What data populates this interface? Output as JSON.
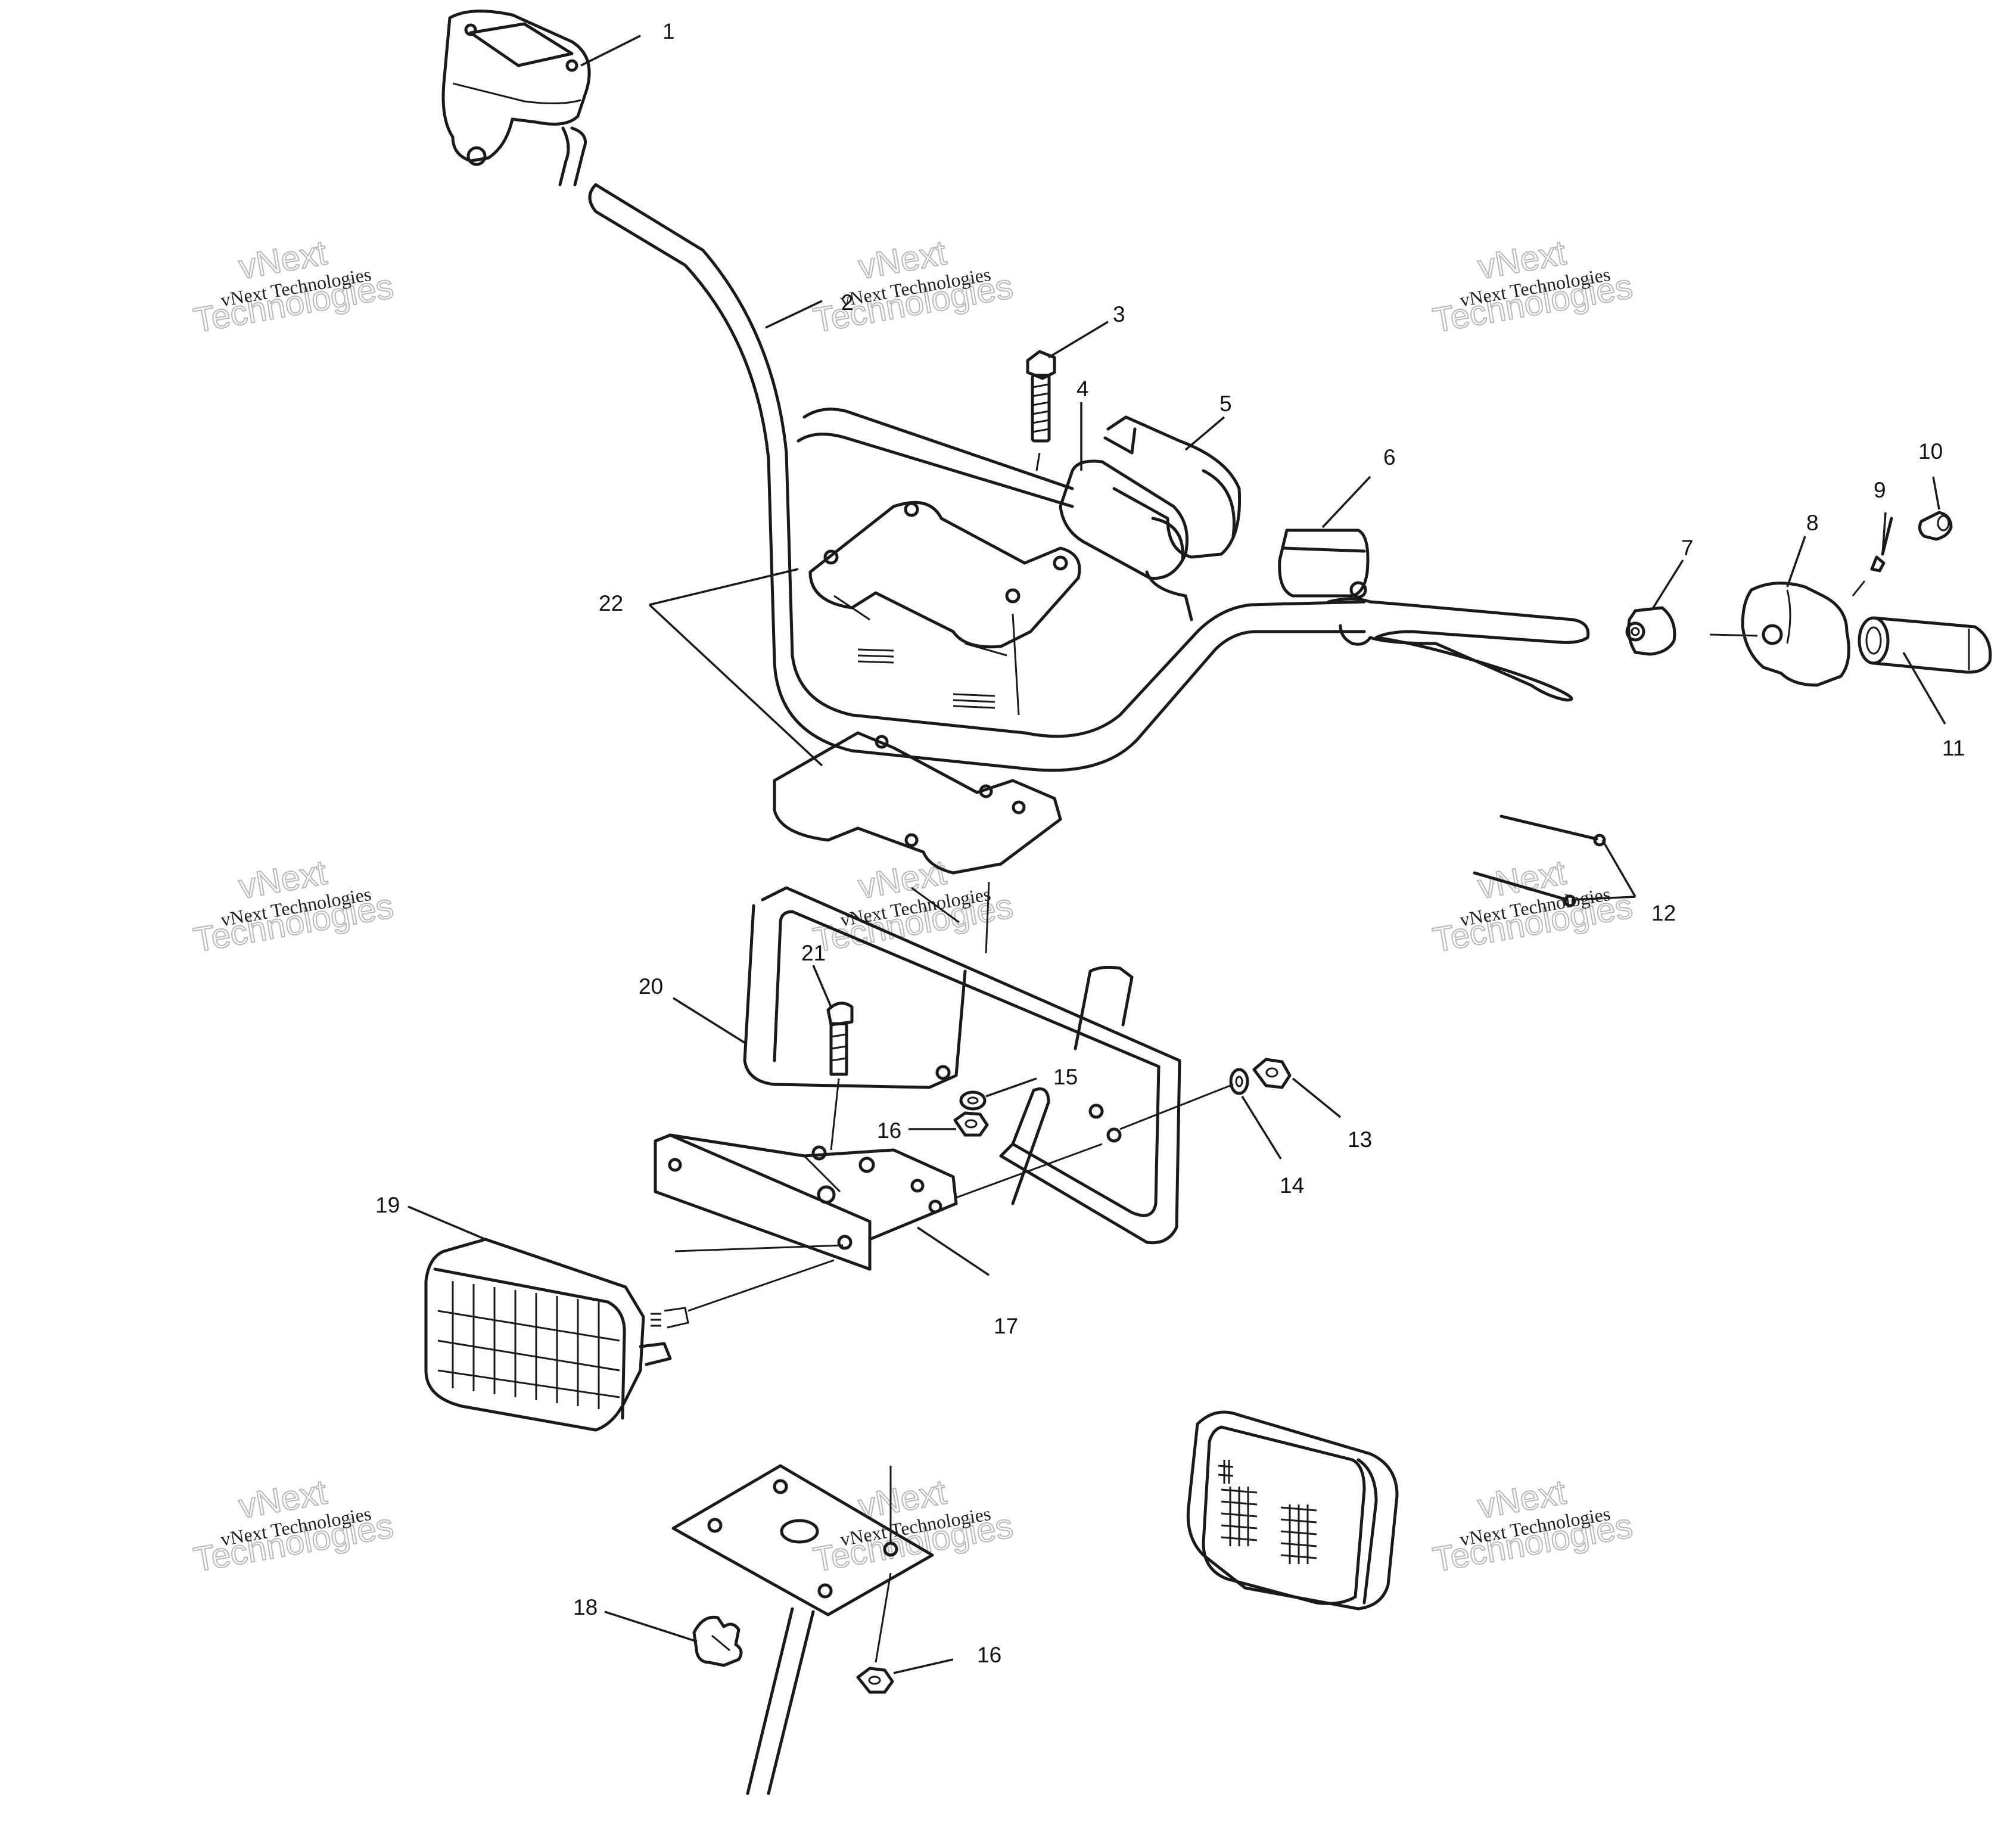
{
  "diagram": {
    "callouts": [
      "1",
      "2",
      "3",
      "4",
      "5",
      "6",
      "7",
      "8",
      "9",
      "10",
      "11",
      "12",
      "13",
      "14",
      "15",
      "16",
      "16",
      "17",
      "18",
      "19",
      "20",
      "21",
      "22"
    ],
    "watermark": {
      "line1": "vNext Technologies",
      "line2_word1": "vNext",
      "line2_word2": "Technologies"
    }
  }
}
